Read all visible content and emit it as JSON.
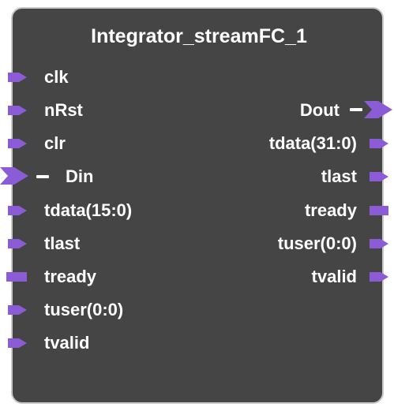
{
  "block": {
    "title": "Integrator_streamFC_1",
    "pin_color": "#8b5cd6",
    "body_color": "#454545"
  },
  "left_ports": [
    {
      "label": "clk",
      "kind": "signal"
    },
    {
      "label": "nRst",
      "kind": "signal"
    },
    {
      "label": "clr",
      "kind": "signal"
    },
    {
      "label": "Din",
      "kind": "bus"
    },
    {
      "label": "tdata(15:0)",
      "kind": "signal"
    },
    {
      "label": "tlast",
      "kind": "signal"
    },
    {
      "label": "tready",
      "kind": "signal"
    },
    {
      "label": "tuser(0:0)",
      "kind": "signal"
    },
    {
      "label": "tvalid",
      "kind": "signal"
    }
  ],
  "right_ports": [
    {
      "label": "Dout",
      "kind": "bus"
    },
    {
      "label": "tdata(31:0)",
      "kind": "signal"
    },
    {
      "label": "tlast",
      "kind": "signal"
    },
    {
      "label": "tready",
      "kind": "signal"
    },
    {
      "label": "tuser(0:0)",
      "kind": "signal"
    },
    {
      "label": "tvalid",
      "kind": "signal"
    }
  ]
}
